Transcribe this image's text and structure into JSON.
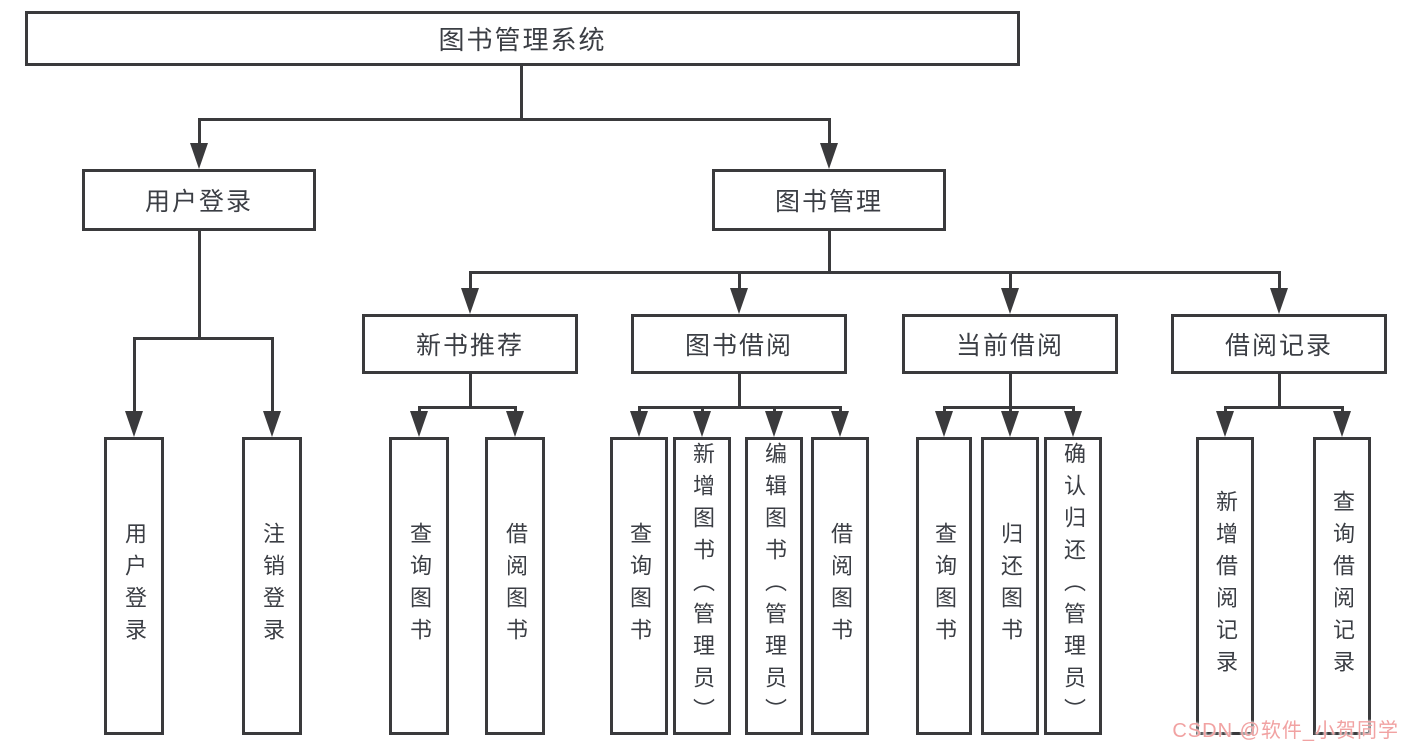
{
  "title": "图书管理系统",
  "colors": {
    "line": "#3a3a3c",
    "text": "#3b3e44",
    "watermark": "#f1a2a2",
    "bg": "#ffffff"
  },
  "watermark": "CSDN @软件_小贺同学",
  "tree": {
    "root": "图书管理系统",
    "level2": [
      "用户登录",
      "图书管理"
    ],
    "level3": [
      "新书推荐",
      "图书借阅",
      "当前借阅",
      "借阅记录"
    ],
    "leaves": {
      "user_login": [
        "用户登录",
        "注销登录"
      ],
      "new_books": [
        "查询图书",
        "借阅图书"
      ],
      "book_borrow": [
        "查询图书",
        "新增图书（管理员）",
        "编辑图书（管理员）",
        "借阅图书"
      ],
      "current_borrow": [
        "查询图书",
        "归还图书",
        "确认归还（管理员）"
      ],
      "borrow_records": [
        "新增借阅记录",
        "查询借阅记录"
      ]
    }
  }
}
